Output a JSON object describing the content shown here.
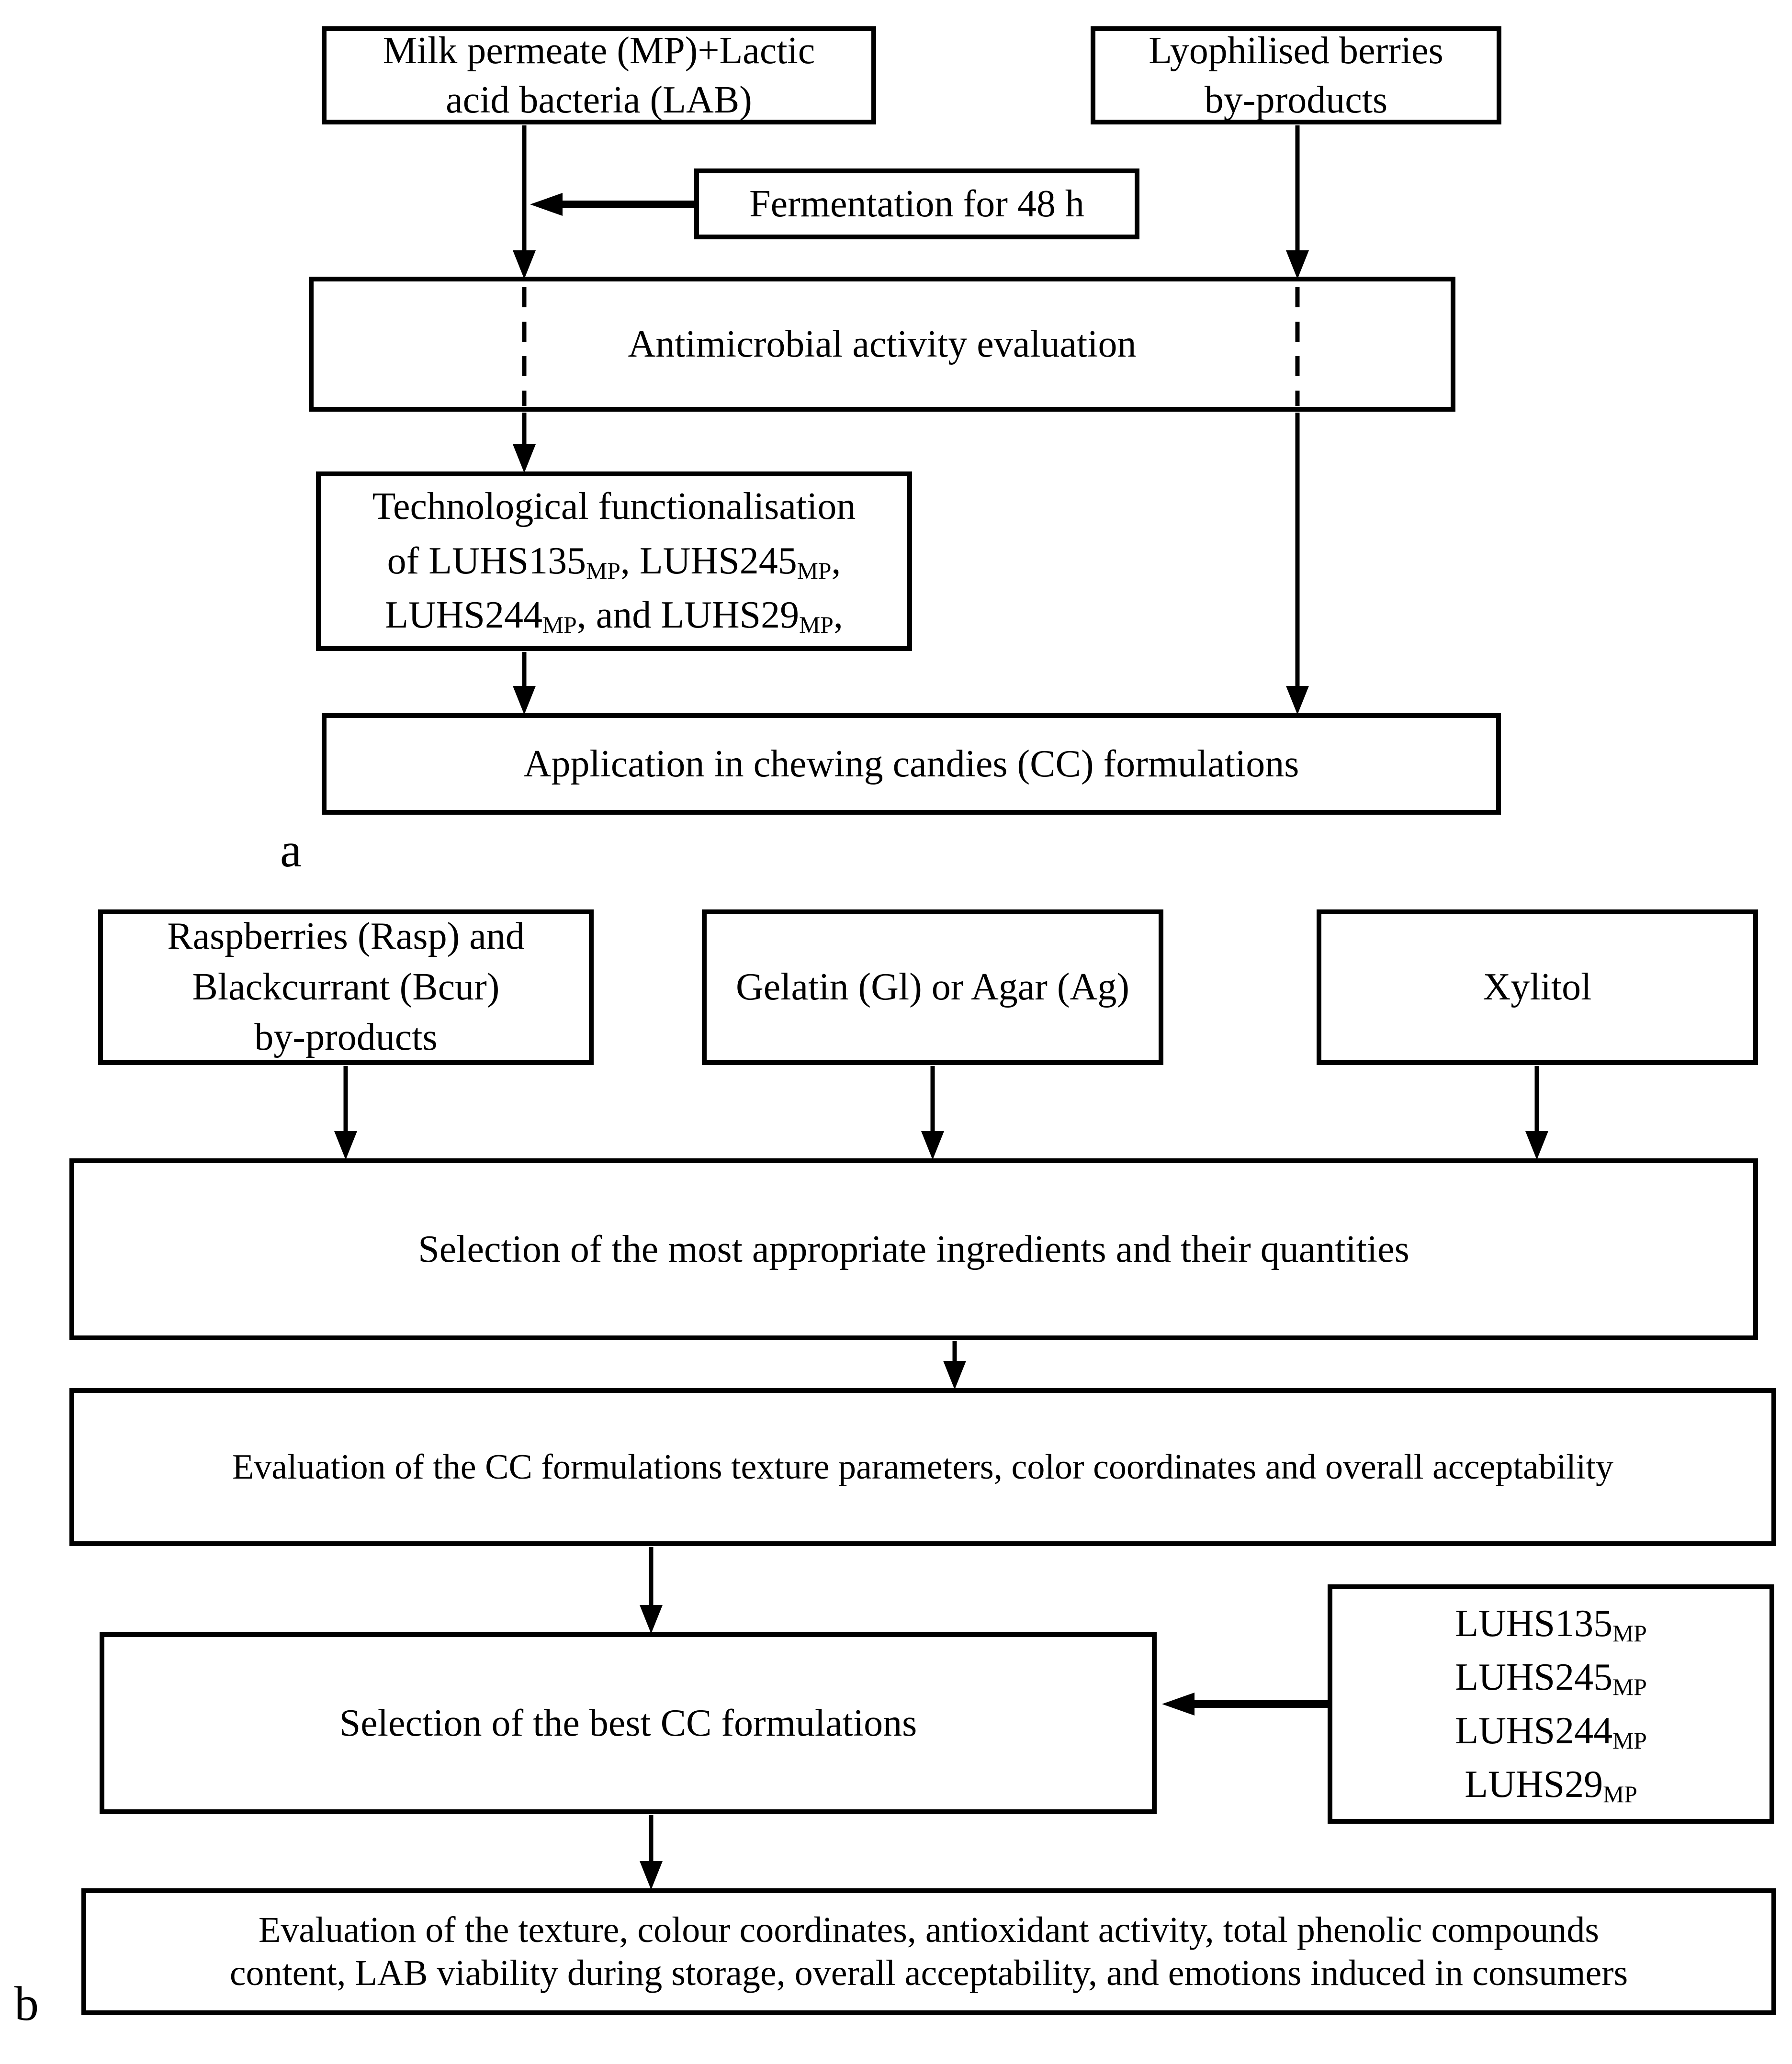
{
  "diagram": {
    "background_color": "#ffffff",
    "line_color": "#000000",
    "part_a": {
      "label": "a",
      "boxes": {
        "milk_permeate": {
          "lines": [
            "Milk permeate (MP)+Lactic",
            "acid bacteria (LAB)"
          ]
        },
        "lyophilised_berries": {
          "lines": [
            "Lyophilised berries",
            "by-products"
          ]
        },
        "fermentation": {
          "lines": [
            "Fermentation for 48 h"
          ]
        },
        "antimicrobial": {
          "lines": [
            "Antimicrobial activity evaluation"
          ]
        },
        "technological": {
          "lines": [
            "Technological functionalisation",
            "of LUHS135{MP}, LUHS245{MP},",
            "LUHS244{MP}, and LUHS29{MP},"
          ]
        },
        "application": {
          "lines": [
            "Application in chewing candies (CC) formulations"
          ]
        }
      }
    },
    "part_b": {
      "label": "b",
      "boxes": {
        "berries_byproducts": {
          "lines": [
            "Raspberries (Rasp) and",
            "Blackcurrant (Bcur)",
            "by-products"
          ]
        },
        "gelatin_agar": {
          "lines": [
            "Gelatin (Gl) or Agar (Ag)"
          ]
        },
        "xylitol": {
          "lines": [
            "Xylitol"
          ]
        },
        "selection_ingredients": {
          "lines": [
            "Selection of the most appropriate ingredients and their quantities"
          ]
        },
        "evaluation_cc": {
          "lines": [
            "Evaluation of the CC formulations texture parameters, color coordinates and overall acceptability"
          ]
        },
        "selection_best": {
          "lines": [
            "Selection of the best CC formulations"
          ]
        },
        "luhs_strains": {
          "lines": [
            "LUHS135{MP}",
            "LUHS245{MP}",
            "LUHS244{MP}",
            "LUHS29{MP}"
          ]
        },
        "evaluation_final": {
          "lines": [
            "Evaluation of the texture, colour coordinates, antioxidant activity, total phenolic compounds",
            "content, LAB viability during storage, overall acceptability, and emotions induced in consumers"
          ]
        }
      }
    }
  }
}
